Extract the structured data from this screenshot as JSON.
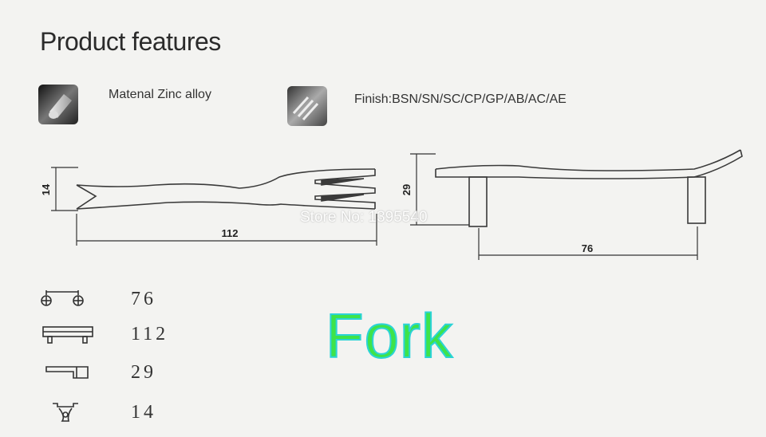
{
  "header": {
    "title": "Product features"
  },
  "features": {
    "material": {
      "icon": "metal-swatch-icon",
      "label": "Matenal Zinc alloy"
    },
    "finish": {
      "icon": "finish-swatch-icon",
      "label": "Finish:BSN/SN/SC/CP/GP/AB/AC/AE"
    }
  },
  "drawing": {
    "fork_front": {
      "height_label": "14",
      "length_label": "112"
    },
    "fork_side": {
      "height_label": "29",
      "hole_spacing_label": "76"
    }
  },
  "specs": [
    {
      "icon": "hole-spacing-icon",
      "value": "76"
    },
    {
      "icon": "overall-length-icon",
      "value": "112"
    },
    {
      "icon": "height-icon",
      "value": "29"
    },
    {
      "icon": "width-icon",
      "value": "14"
    }
  ],
  "watermark": "Store No: 1395540",
  "product_label": "Fork",
  "colors": {
    "label_fill": "#3ee34a",
    "label_outline": "#2bd3d6"
  }
}
